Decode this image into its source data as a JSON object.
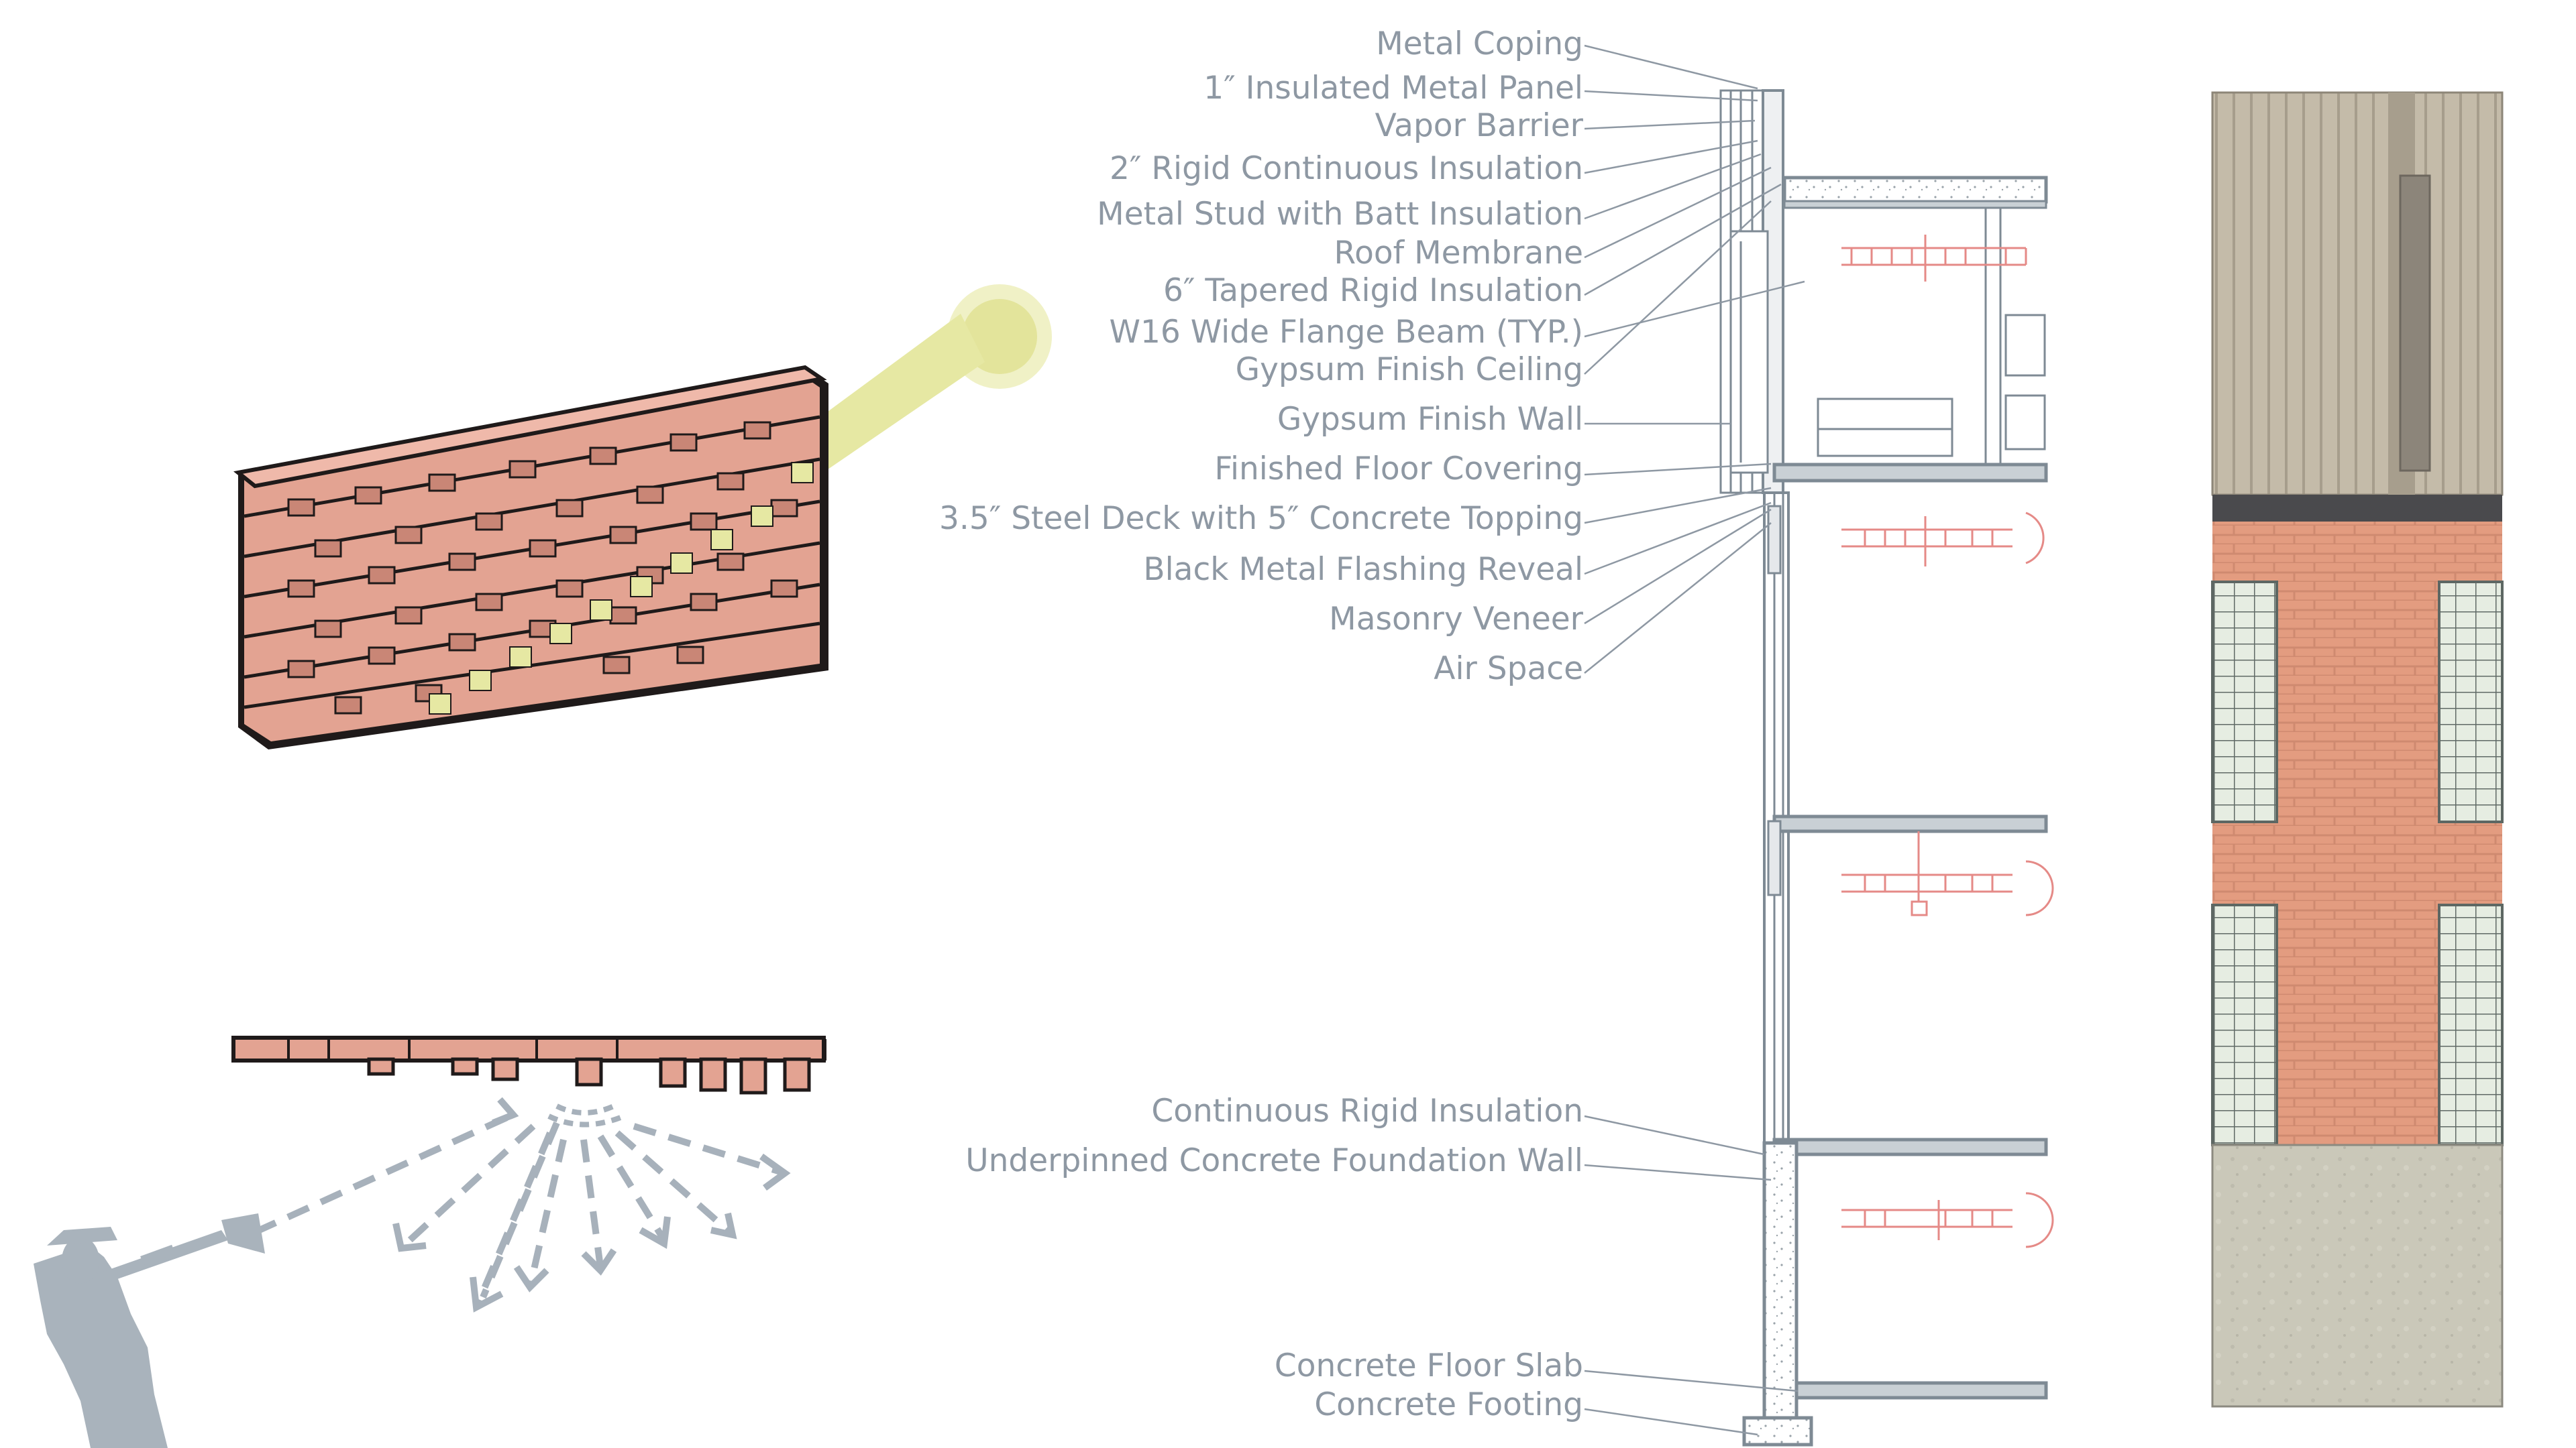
{
  "annotations": [
    {
      "id": "metal-coping",
      "text": "Metal Coping"
    },
    {
      "id": "insulated-metal-panel",
      "text": "1″ Insulated Metal Panel"
    },
    {
      "id": "vapor-barrier",
      "text": "Vapor Barrier"
    },
    {
      "id": "rigid-continuous-insulation",
      "text": "2″ Rigid Continuous Insulation"
    },
    {
      "id": "metal-stud-batt-insulation",
      "text": "Metal Stud with Batt Insulation"
    },
    {
      "id": "roof-membrane",
      "text": "Roof Membrane"
    },
    {
      "id": "tapered-rigid-insulation",
      "text": "6″ Tapered Rigid Insulation"
    },
    {
      "id": "wide-flange-beam",
      "text": "W16 Wide Flange Beam (TYP.)"
    },
    {
      "id": "gypsum-finish-ceiling",
      "text": "Gypsum Finish Ceiling"
    },
    {
      "id": "gypsum-finish-wall",
      "text": "Gypsum Finish Wall"
    },
    {
      "id": "finished-floor-covering",
      "text": "Finished Floor Covering"
    },
    {
      "id": "steel-deck-concrete-topping",
      "text": "3.5″ Steel Deck with 5″ Concrete Topping"
    },
    {
      "id": "black-metal-flashing-reveal",
      "text": "Black Metal Flashing Reveal"
    },
    {
      "id": "masonry-veneer",
      "text": "Masonry Veneer"
    },
    {
      "id": "air-space",
      "text": "Air Space"
    },
    {
      "id": "continuous-rigid-insulation",
      "text": "Continuous Rigid Insulation"
    },
    {
      "id": "underpinned-concrete-foundation-wall",
      "text": "Underpinned Concrete Foundation Wall"
    },
    {
      "id": "concrete-floor-slab",
      "text": "Concrete Floor Slab"
    },
    {
      "id": "concrete-footing",
      "text": "Concrete Footing"
    }
  ],
  "colors": {
    "brick": "#e3a392",
    "brick_outline": "#1f1a1a",
    "light_beam": "#e6e8a3",
    "sun": "#e3e49b",
    "sound": "#a7b1bb",
    "section_lines": "#7e8a94",
    "mep_red": "#e58a87",
    "metal_panel": "#beb6a6",
    "brick_elev": "#e39a7c",
    "concrete": "#c8c6b6",
    "window_green": "#dfe7da"
  }
}
